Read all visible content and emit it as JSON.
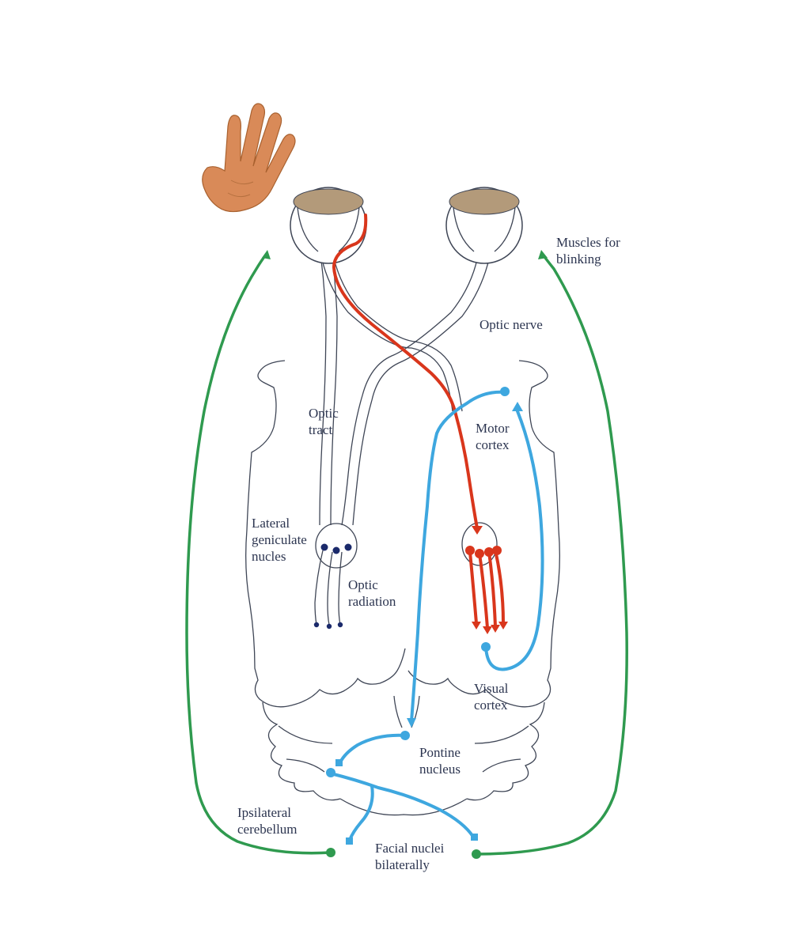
{
  "labels": {
    "muscles_blinking": [
      "Muscles for",
      "blinking"
    ],
    "optic_nerve": "Optic nerve",
    "optic_tract": [
      "Optic",
      "tract"
    ],
    "motor_cortex": [
      "Motor",
      "cortex"
    ],
    "lateral_geniculate": [
      "Lateral",
      "geniculate",
      "nucles"
    ],
    "optic_radiation": [
      "Optic",
      "radiation"
    ],
    "visual_cortex": [
      "Visual",
      "cortex"
    ],
    "pontine_nucleus": [
      "Pontine",
      "nucleus"
    ],
    "ipsilateral_cerebellum": [
      "Ipsilateral",
      "cerebellum"
    ],
    "facial_nuclei": [
      "Facial nuclei",
      "bilaterally"
    ]
  },
  "colors": {
    "afferent_pathway": "#d9361c",
    "motor_pathway": "#3ea7df",
    "efferent_pathway": "#2f9a4f",
    "outline": "#3f4656",
    "lgn_dots": "#1b2a6b",
    "hand": "#d98a58",
    "eye_pupil": "#b39a7a",
    "label_text": "#2c3550"
  },
  "icons": [
    "hand-icon",
    "left-eye-icon",
    "right-eye-icon"
  ]
}
